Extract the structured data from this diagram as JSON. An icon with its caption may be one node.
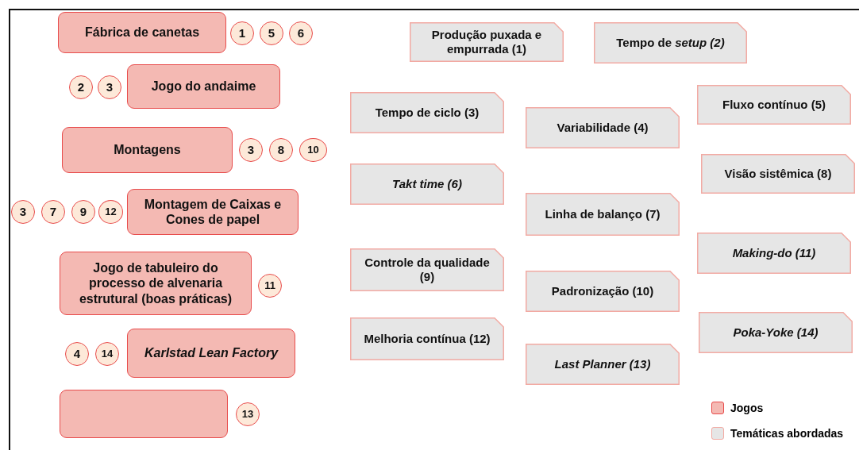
{
  "diagram": {
    "nodes": [
      {
        "text": [
          "Fábrica de canetas"
        ]
      },
      {
        "text": [
          "1"
        ]
      },
      {
        "text": [
          "5"
        ]
      },
      {
        "text": [
          "6"
        ]
      },
      {
        "text": [
          "Jogo do andaime"
        ]
      },
      {
        "text": [
          "2"
        ]
      },
      {
        "text": [
          "3"
        ]
      },
      {
        "text": [
          "Montagens"
        ]
      },
      {
        "text": [
          "3"
        ]
      },
      {
        "text": [
          "8"
        ]
      },
      {
        "text": [
          "10"
        ]
      },
      {
        "text": [
          "Montagem de Caixas e Cones de papel"
        ]
      },
      {
        "text": [
          "3"
        ]
      },
      {
        "text": [
          "7"
        ]
      },
      {
        "text": [
          "9"
        ]
      },
      {
        "text": [
          "12"
        ]
      },
      {
        "text": [
          "Jogo de tabuleiro do processo de alvenaria estrutural (boas práticas)"
        ]
      },
      {
        "text": [
          "11"
        ]
      },
      {
        "text": [
          "Karlstad Lean Factory"
        ]
      },
      {
        "text": [
          "4"
        ]
      },
      {
        "text": [
          "14"
        ]
      },
      {
        "text": [],
        "shape": "box"
      },
      {
        "text": [
          "13"
        ]
      },
      {
        "text": [
          "Produção puxada e empurrada (1)"
        ]
      },
      {
        "text": [
          "Tempo de *setup (2)*"
        ]
      },
      {
        "text": [
          "Tempo de ciclo (3)"
        ]
      },
      {
        "text": [
          "Variabilidade (4)"
        ]
      },
      {
        "text": [
          "Fluxo contínuo (5)"
        ]
      },
      {
        "text": [
          "Takt time (6)"
        ]
      },
      {
        "text": [
          "Linha de balanço (7)"
        ]
      },
      {
        "text": [
          "Visão sistêmica (8)"
        ]
      },
      {
        "text": [
          "Controle da qualidade (9)"
        ]
      },
      {
        "text": [
          "Padronização (10)"
        ]
      },
      {
        "text": [
          "Making-do (11)"
        ]
      },
      {
        "text": [
          "Melhoria contínua (12)"
        ]
      },
      {
        "text": [
          "Last Planner (13)"
        ]
      },
      {
        "text": [
          "Poka-Yoke (14)"
        ]
      }
    ],
    "legend": [
      {
        "text": "Jogos",
        "color": "#f4b9b3"
      },
      {
        "text": "Temáticas abordadas",
        "color": "#e6e6e6"
      }
    ]
  }
}
